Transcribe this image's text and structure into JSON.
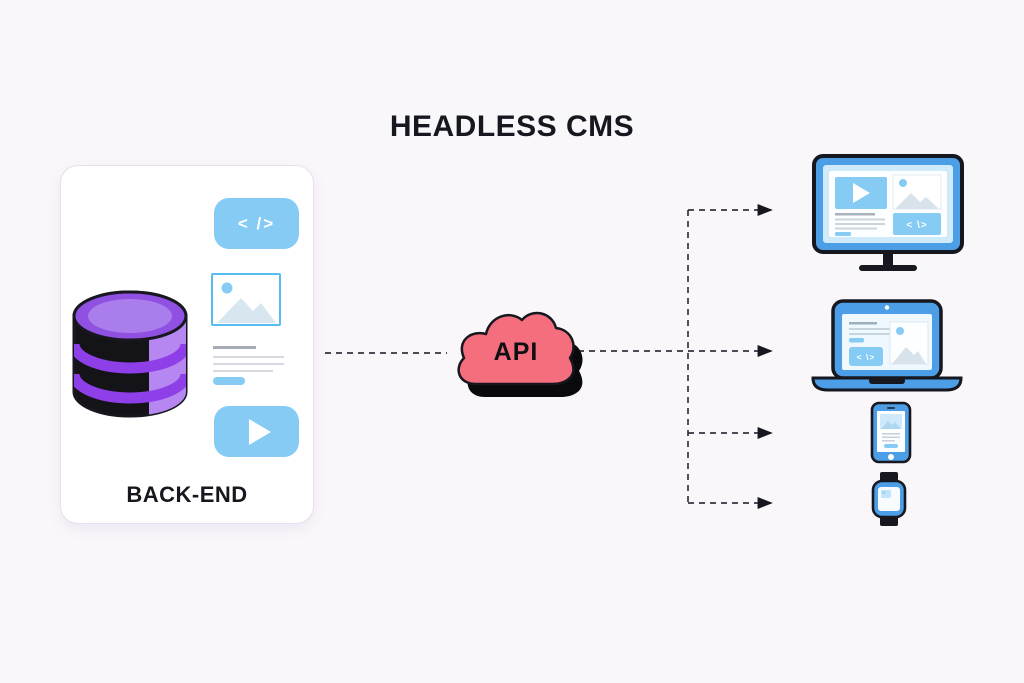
{
  "title": "HEADLESS CMS",
  "backend": {
    "label": "BACK-END",
    "code_glyph": "< />",
    "icons": [
      "database-icon",
      "code-block-icon",
      "image-placeholder-icon",
      "text-lines",
      "video-play-icon"
    ]
  },
  "api": {
    "label": "API",
    "icon": "cloud-icon"
  },
  "frontend": {
    "code_glyph": "< \\>",
    "devices": [
      "desktop-monitor-icon",
      "laptop-icon",
      "smartphone-icon",
      "smartwatch-icon"
    ]
  },
  "connectors": {
    "style": "dashed-arrow",
    "branch_count": 4
  },
  "colors": {
    "background": "#FAF7FB",
    "card_bg": "#FFFFFF",
    "card_border": "#E7DFEF",
    "accent_blue": "#85CBF4",
    "device_blue": "#4C9FE6",
    "screen_light": "#D5EDFC",
    "db_purple": "#9050E2",
    "db_purple_light": "#B687F0",
    "db_purple_mid": "#8F3FE8",
    "db_purple_inner": "#A97EEC",
    "cloud_pink": "#F56E7E",
    "outline_dark": "#17171F",
    "arrow": "#35353F",
    "text_dark": "#17171F"
  }
}
